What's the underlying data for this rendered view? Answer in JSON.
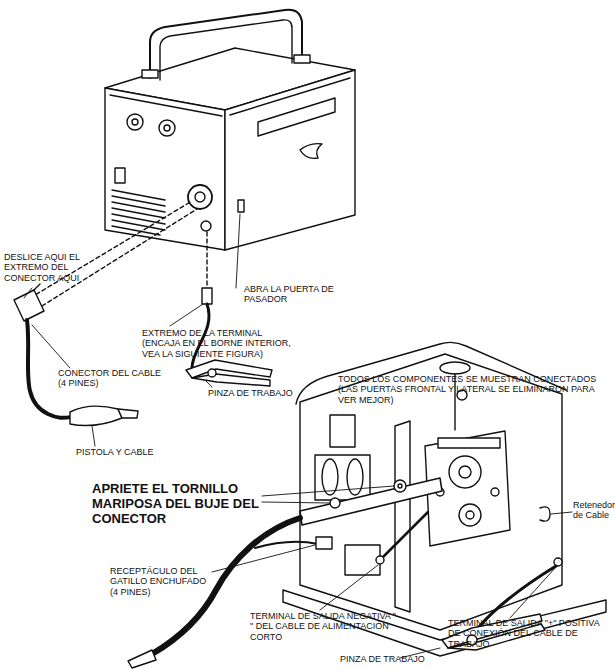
{
  "diagram": {
    "labels": [
      "DESLICE AQUI EL EXTREMO DEL CONECTOR AQUI",
      "ABRA LA PUERTA DE PASADOR",
      "EXTREMO DE LA TERMINAL (ENCAJA EN EL BORNE INTERIOR, VEA LA SIGUIENTE FIGURA)",
      "CONECTOR DEL CABLE (4 PINES)",
      "PINZA DE TRABAJO",
      "PISTOLA Y CABLE",
      "TODOS LOS COMPONENTES SE MUESTRAN CONECTADOS (LAS PUERTAS FRONTAL Y LATERAL SE ELIMINARON PARA VER MEJOR)",
      "APRIETE EL TORNILLO MARIPOSA DEL BUJE DEL CONECTOR",
      "Retenedor de Cable",
      "RECEPTÁCULO DEL GATILLO ENCHUFADO (4 PINES)",
      "TERMINAL DE SALIDA NEGATIVA \"-\" DEL CABLE DE ALIMENTACIÓN CORTO",
      "TERMINAL DE SALIDA \"+\" POSITIVA DE CONEXIÓN DEL CABLE DE TRABAJO",
      "PINZA DE TRABAJO"
    ]
  }
}
